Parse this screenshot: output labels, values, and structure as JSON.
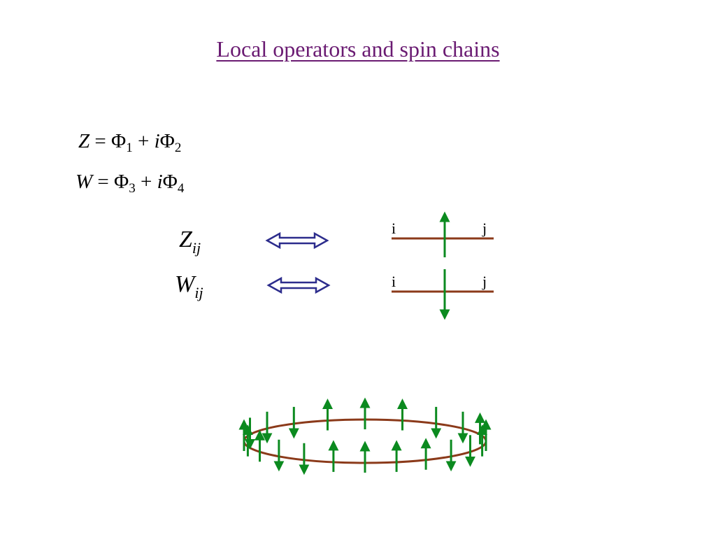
{
  "title": "Local operators and spin chains",
  "equations": {
    "z_def": {
      "lhs": "Z",
      "rhs_a": "Φ",
      "sub_a": "1",
      "plus": "+",
      "rhs_i": "i",
      "rhs_b": "Φ",
      "sub_b": "2"
    },
    "w_def": {
      "lhs": "W",
      "rhs_a": "Φ",
      "sub_a": "3",
      "plus": "+",
      "rhs_i": "i",
      "rhs_b": "Φ",
      "sub_b": "4"
    }
  },
  "operators": {
    "z": {
      "symbol": "Z",
      "indices": "ij"
    },
    "w": {
      "symbol": "W",
      "indices": "ij"
    }
  },
  "site_labels": {
    "z_left": "i",
    "z_right": "j",
    "w_left": "i",
    "w_right": "j"
  },
  "colors": {
    "title": "#6a1b72",
    "chain": "#8b3a1a",
    "spin": "#0b8a1f",
    "equivalence_arrow": "#2c2c8c"
  },
  "spin_ring": {
    "spins": [
      "up",
      "down",
      "down",
      "down",
      "up",
      "up",
      "up",
      "down",
      "down",
      "up",
      "up",
      "up",
      "up",
      "down",
      "down",
      "up",
      "up",
      "up",
      "up",
      "down",
      "down",
      "up"
    ]
  }
}
